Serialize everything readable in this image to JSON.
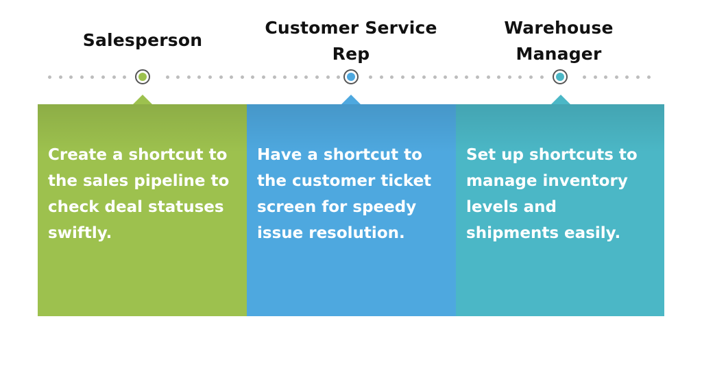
{
  "colors": {
    "green": "#9dc14e",
    "blue": "#4ea8df",
    "teal": "#4bb7c6",
    "dot": "#bdbdbd",
    "marker_ring": "#555555"
  },
  "roles": [
    {
      "title": "Salesperson",
      "description": "Create a shortcut to the sales pipeline to check deal statuses swiftly."
    },
    {
      "title": "Customer Service Rep",
      "description": "Have a shortcut to the customer ticket screen for speedy issue resolution."
    },
    {
      "title": "Warehouse Manager",
      "description": "Set up shortcuts to manage inventory levels and shipments easily."
    }
  ]
}
